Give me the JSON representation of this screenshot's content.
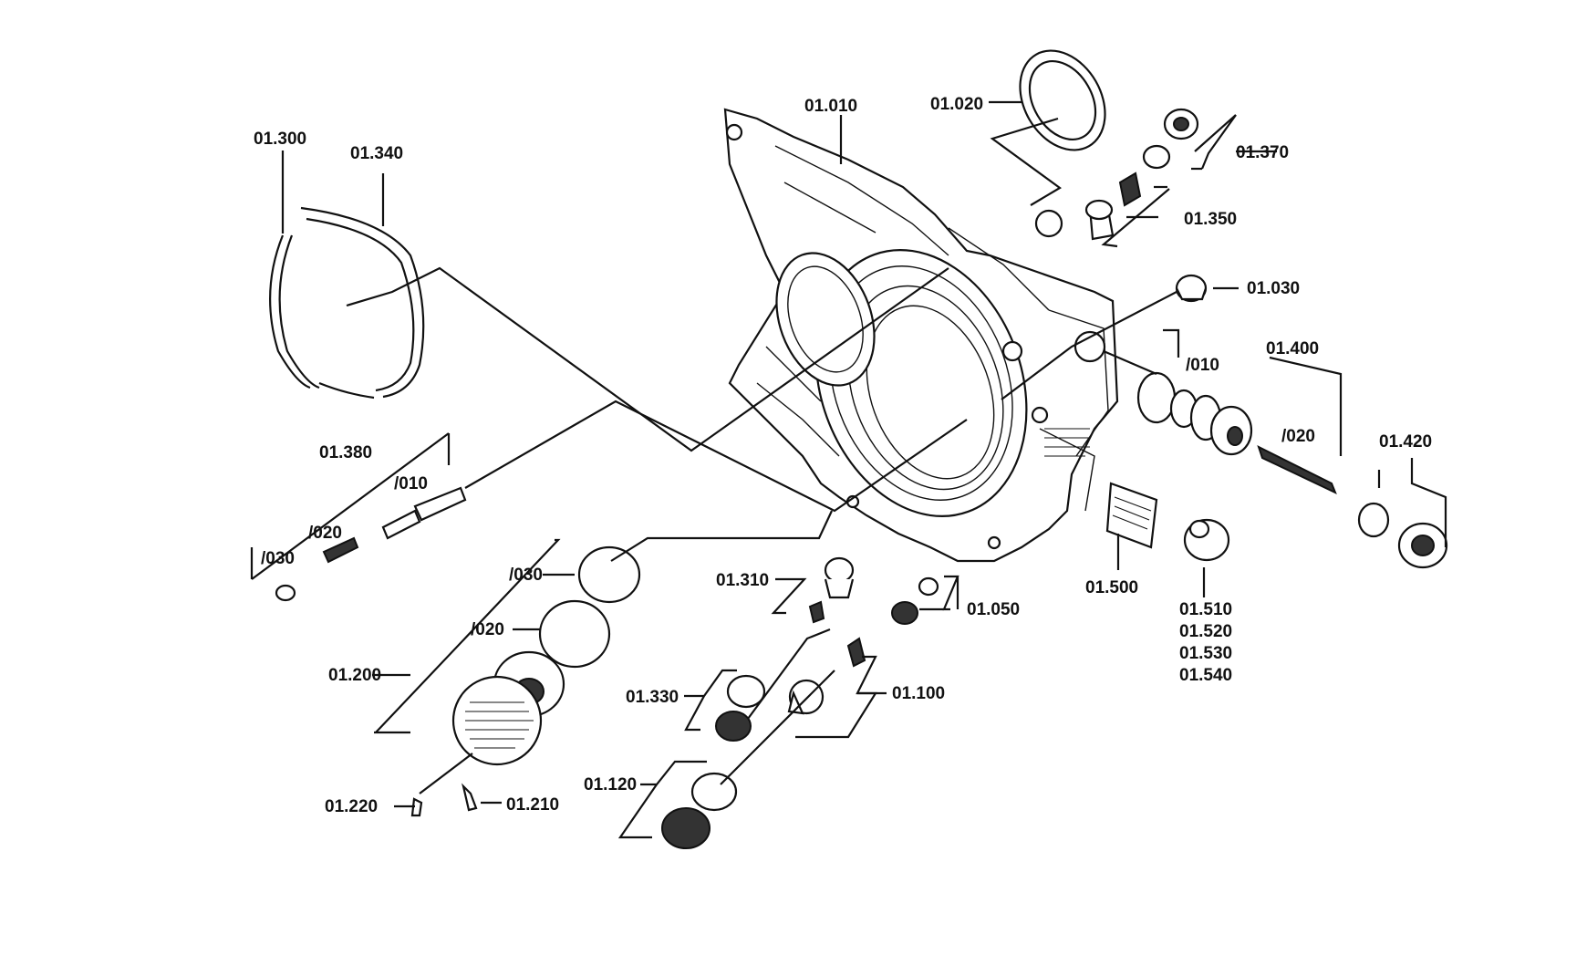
{
  "labels": {
    "l01010": "01.010",
    "l01020": "01.020",
    "l01030": "01.030",
    "l01050": "01.050",
    "l01100": "01.100",
    "l01120": "01.120",
    "l01200": "01.200",
    "l01200_020": "/020",
    "l01200_030": "/030",
    "l01210": "01.210",
    "l01220": "01.220",
    "l01300": "01.300",
    "l01310": "01.310",
    "l01330": "01.330",
    "l01340": "01.340",
    "l01350": "01.350",
    "l01370": "01.370",
    "l01380": "01.380",
    "l01380_010": "/010",
    "l01380_020": "/020",
    "l01380_030": "/030",
    "l01400": "01.400",
    "l01400_010": "/010",
    "l01400_020": "/020",
    "l01420": "01.420",
    "l01500": "01.500",
    "l01510": "01.510",
    "l01520": "01.520",
    "l01530": "01.530",
    "l01540": "01.540"
  }
}
